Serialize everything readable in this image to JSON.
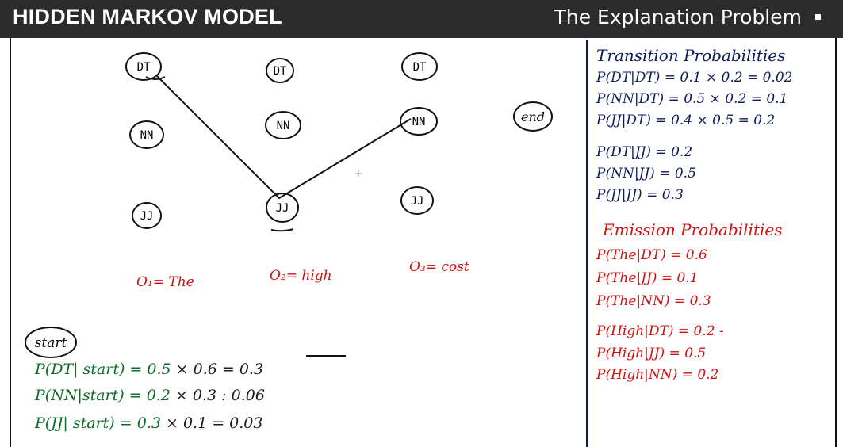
{
  "header": {
    "title": "HIDDEN MARKOV MODEL",
    "subtitle": "The Explanation Problem"
  },
  "colors": {
    "header_bg": "#2b2b2b",
    "ink": "#111111",
    "transition_ink": "#0d1b5a",
    "emission_ink": "#d40f0f",
    "start_ink": "#0f6b2a"
  },
  "trellis": {
    "states": [
      {
        "label": "DT"
      },
      {
        "label": "NN"
      },
      {
        "label": "JJ"
      },
      {
        "label": "DT"
      },
      {
        "label": "NN"
      },
      {
        "label": "JJ"
      },
      {
        "label": "DT"
      },
      {
        "label": "NN"
      },
      {
        "label": "JJ"
      }
    ],
    "end_node": "end",
    "start_node": "start",
    "best_path": [
      "DT",
      "JJ",
      "NN"
    ],
    "observations": [
      "O₁= The",
      "O₂= high",
      "O₃= cost"
    ]
  },
  "start_calc": [
    {
      "expr": "P(DT| start) = 0.5",
      "tail": "×  0.6   =  0.3"
    },
    {
      "expr": "P(NN|start) = 0.2",
      "tail": "×  0.3   :  0.06"
    },
    {
      "expr": "P(JJ| start) =  0.3",
      "tail": "×  0.1    =   0.03"
    }
  ],
  "transition": {
    "heading": "Transition Probabilities",
    "group1": [
      "P(DT|DT) = 0.1 × 0.2 = 0.02",
      "P(NN|DT) = 0.5 × 0.2 = 0.1",
      "P(JJ|DT) = 0.4 × 0.5 = 0.2"
    ],
    "group2": [
      "P(DT|JJ) = 0.2",
      "P(NN|JJ) = 0.5",
      "P(JJ|JJ) = 0.3"
    ]
  },
  "emission": {
    "heading": "Emission Probabilities",
    "group1": [
      "P(The|DT) = 0.6",
      "P(The|JJ) = 0.1",
      "P(The|NN) = 0.3"
    ],
    "group2": [
      "P(High|DT) = 0.2 -",
      "P(High|JJ) = 0.5",
      "P(High|NN) = 0.2"
    ]
  }
}
